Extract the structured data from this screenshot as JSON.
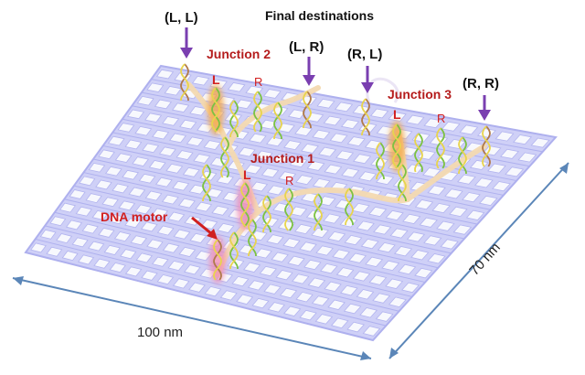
{
  "title": "Final destinations",
  "destinations": [
    {
      "id": "LL",
      "label": "(L, L)"
    },
    {
      "id": "LR",
      "label": "(L, R)"
    },
    {
      "id": "RL",
      "label": "(R, L)"
    },
    {
      "id": "RR",
      "label": "(R, R)"
    }
  ],
  "junctions": [
    {
      "id": "j1",
      "label": "Junction 1",
      "left": "L",
      "right": "R"
    },
    {
      "id": "j2",
      "label": "Junction 2",
      "left": "L",
      "right": "R"
    },
    {
      "id": "j3",
      "label": "Junction 3",
      "left": "L",
      "right": "R"
    }
  ],
  "motor_label": "DNA motor",
  "dimensions": {
    "width": "100 nm",
    "depth": "70 nm"
  },
  "colors": {
    "origami": "#c9caf6",
    "origami_edge": "#aeb0ee",
    "track": "#f3d9b0",
    "arrow_purple": "#7a3fb0",
    "label_red": "#c81e1e",
    "dim_arrow": "#5b86b8",
    "helix_green": "#7cc242",
    "helix_yellow": "#e8d44d",
    "helix_brown": "#b07a4a",
    "glow_orange": "#f6a640",
    "glow_pink": "#f28bb0"
  }
}
